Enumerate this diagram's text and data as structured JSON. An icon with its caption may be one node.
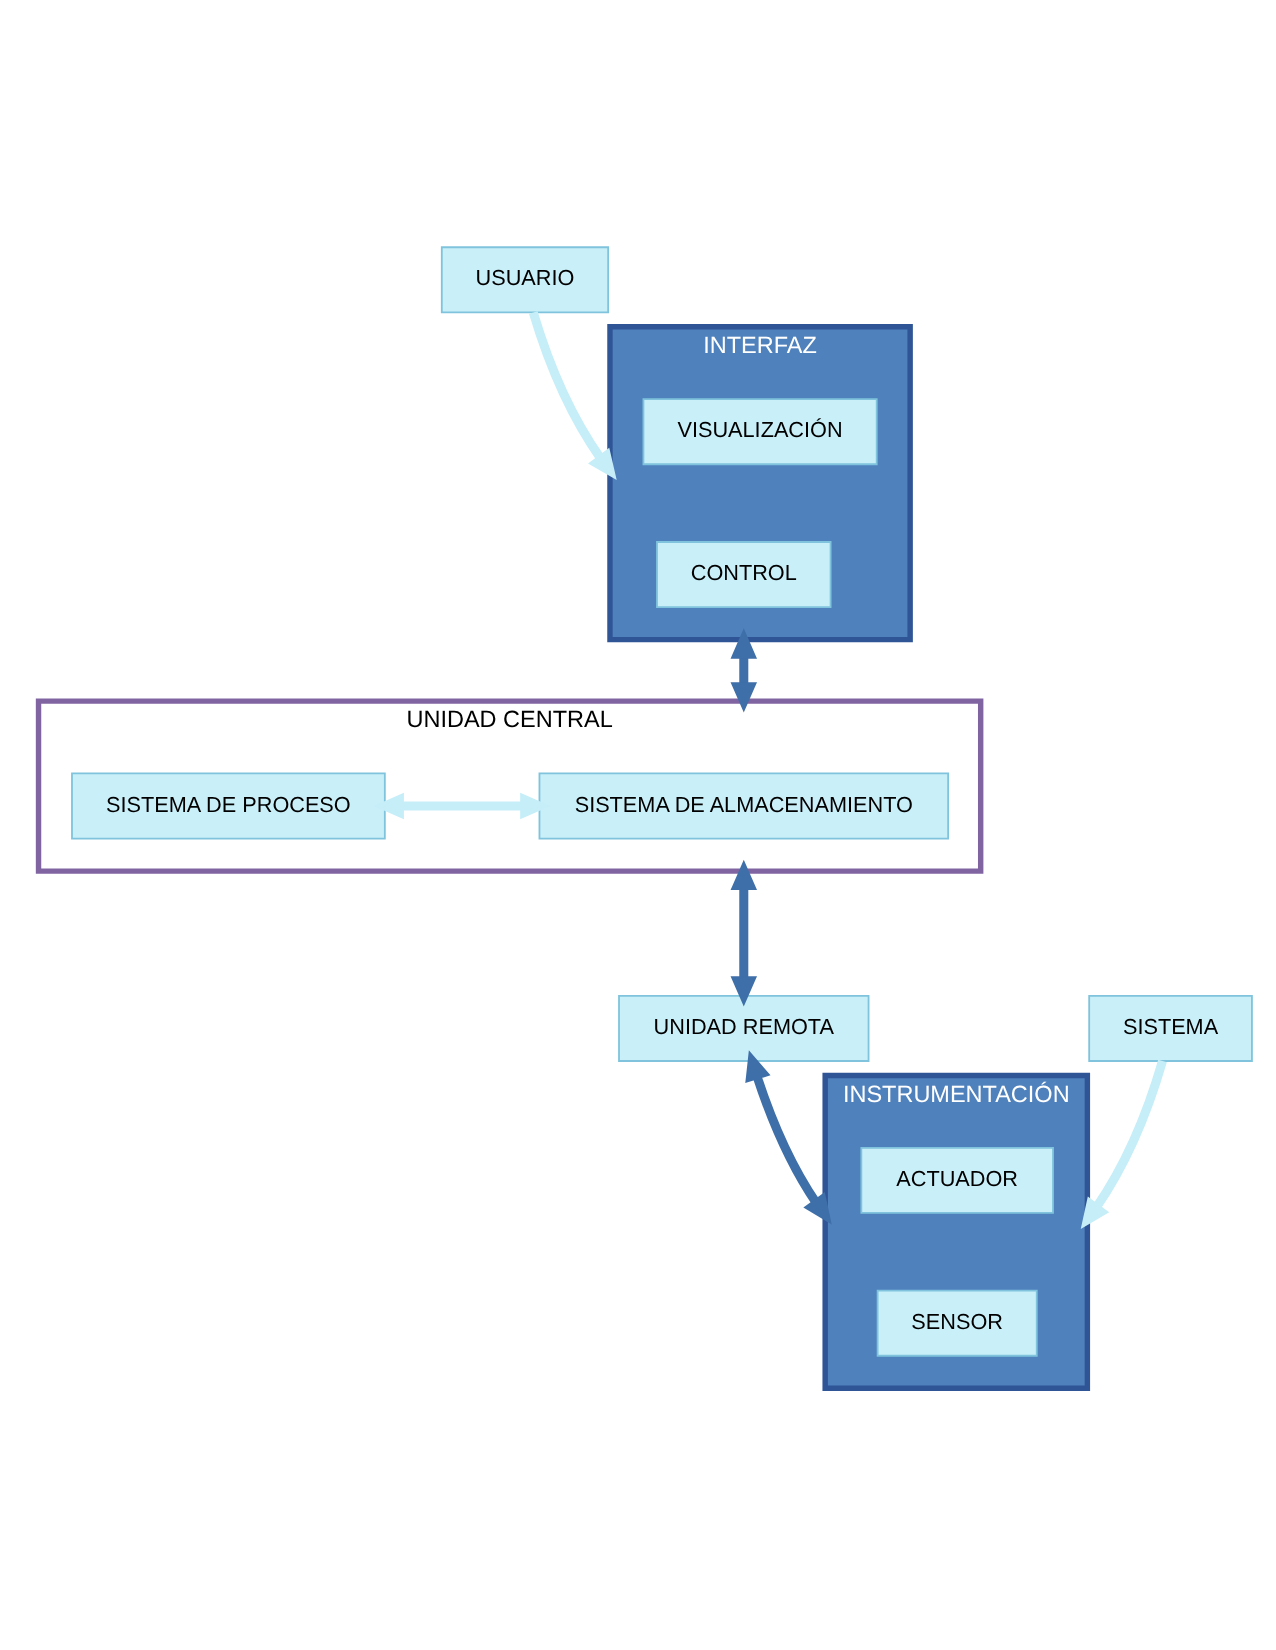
{
  "diagram": {
    "nodes": [
      {
        "text": [
          "USUARIO"
        ]
      },
      {
        "text": [
          "INTERFAZ"
        ]
      },
      {
        "text": [
          "VISUALIZACIÓN"
        ],
        "in": 1
      },
      {
        "text": [
          "CONTROL"
        ],
        "in": 1
      },
      {
        "text": [
          "UNIDAD CENTRAL"
        ]
      },
      {
        "text": [
          "SISTEMA DE PROCESO"
        ],
        "in": 4
      },
      {
        "text": [
          "SISTEMA DE ALMACENAMIENTO"
        ],
        "in": 4
      },
      {
        "text": [
          "UNIDAD REMOTA"
        ]
      },
      {
        "text": [
          "INSTRUMENTACIÓN"
        ]
      },
      {
        "text": [
          "ACTUADOR"
        ],
        "in": 8
      },
      {
        "text": [
          "SENSOR"
        ],
        "in": 8
      },
      {
        "text": [
          "SISTEMA"
        ]
      }
    ],
    "edges": [
      {
        "from": 0,
        "to": 1,
        "arrow": "to",
        "color": "#c5eef8"
      },
      {
        "from": 1,
        "to": 4,
        "arrow": "both",
        "color": "#3f6fa8"
      },
      {
        "from": 5,
        "to": 6,
        "arrow": "both",
        "color": "#c5eef8"
      },
      {
        "from": 4,
        "to": 7,
        "arrow": "both",
        "color": "#3f6fa8"
      },
      {
        "from": 7,
        "to": 8,
        "arrow": "both",
        "color": "#3f6fa8"
      },
      {
        "from": 11,
        "to": 8,
        "arrow": "to",
        "color": "#c5eef8"
      }
    ]
  }
}
